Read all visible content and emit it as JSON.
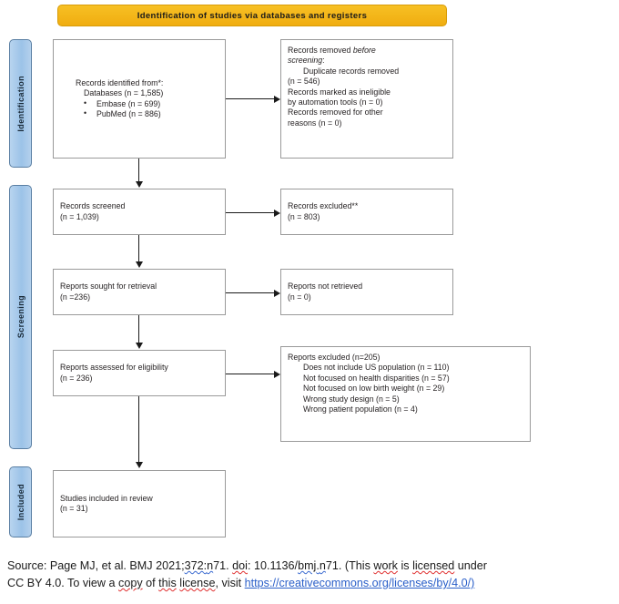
{
  "header": {
    "title": "Identification of studies via databases and registers"
  },
  "stages": [
    {
      "label": "Identification"
    },
    {
      "label": "Screening"
    },
    {
      "label": "Included"
    }
  ],
  "boxes": {
    "identified": {
      "l1": "Records identified from*:",
      "l2": "Databases (n = 1,585)",
      "l3": "Embase (n = 699)",
      "l4": "PubMed (n = 886)"
    },
    "removed_before_screening": {
      "l1": "Records removed ",
      "l1_ital": "before",
      "l2_ital": "screening",
      "l2_tail": ":",
      "l3": "Duplicate records removed",
      "l4": "(n = 546)",
      "l5": "Records marked as ineligible",
      "l6": "by automation tools (n = 0)",
      "l7": "Records removed for other",
      "l8": "reasons (n = 0)"
    },
    "screened": {
      "l1": "Records screened",
      "l2": "(n = 1,039)"
    },
    "records_excluded": {
      "l1": "Records excluded**",
      "l2": "(n = 803)"
    },
    "sought": {
      "l1": "Reports sought for retrieval",
      "l2": "(n =236)"
    },
    "not_retrieved": {
      "l1": "Reports not retrieved",
      "l2": "(n = 0)"
    },
    "assessed": {
      "l1": "Reports assessed for eligibility",
      "l2": "(n = 236)"
    },
    "reports_excluded": {
      "l1": "Reports excluded (n=205)",
      "l2": "Does not include US population (n = 110)",
      "l3": "Not focused on health disparities (n = 57)",
      "l4": "Not focused on low birth weight (n = 29)",
      "l5": "Wrong study design (n = 5)",
      "l6": "Wrong patient population (n = 4)"
    },
    "included": {
      "l1": "Studies included in review",
      "l2": "(n = 31)"
    }
  },
  "caption": {
    "p1a": "Source: Page MJ, et al. BMJ 2021;",
    "p1b": "372",
    "p1c": ":",
    "p1d": "n",
    "p1e": "71. ",
    "p1f": "doi",
    "p1g": ": 10.1136/",
    "p1h": "bmj",
    "p1i": ".",
    "p1j": "n",
    "p1k": "71. (This ",
    "p1l": "work",
    "p1m": " is ",
    "p1n": "licensed",
    "p1o": " under",
    "p2a": "CC BY 4.0. To view a ",
    "p2b": "copy",
    "p2c": " of ",
    "p2d": "this",
    "p2e": " ",
    "p2f": "license",
    "p2g": ", visit ",
    "p2h": "https://creativecommons.org/licenses/by/4.0/)"
  },
  "colors": {
    "header_bar": "#f0ad10",
    "stage_bar": "#9cc3e8",
    "box_border": "#9a9a9a",
    "connector": "#1a1a1a",
    "link": "#2a5fc9",
    "spell_red": "#e03030",
    "spell_blue": "#3a6ad0"
  }
}
